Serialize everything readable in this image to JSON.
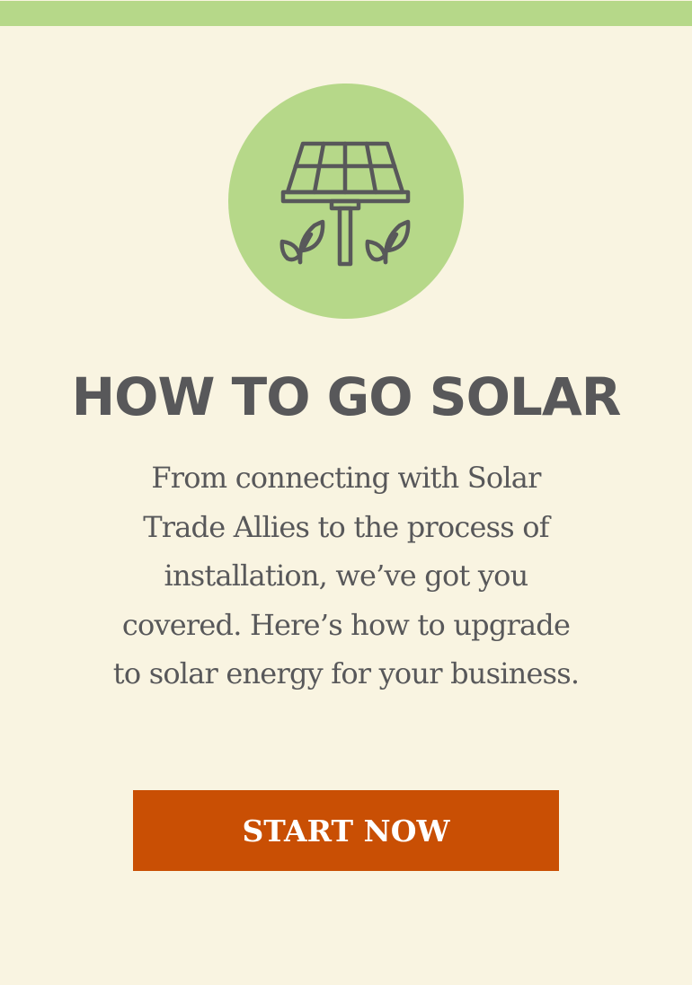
{
  "colors": {
    "background": "#f9f4e1",
    "accent_green": "#b6d889",
    "text_gray": "#58585a",
    "button_orange": "#c94f04",
    "button_text": "#ffffff"
  },
  "hero": {
    "icon": "solar-panel-with-plants-icon"
  },
  "title": "HOW TO GO SOLAR",
  "body": {
    "lines": [
      "From connecting with Solar",
      "Trade Allies to the process of",
      "installation, we’ve got you",
      "covered. Here’s how to upgrade",
      "to solar energy for your business."
    ]
  },
  "cta": {
    "label": "START NOW"
  }
}
